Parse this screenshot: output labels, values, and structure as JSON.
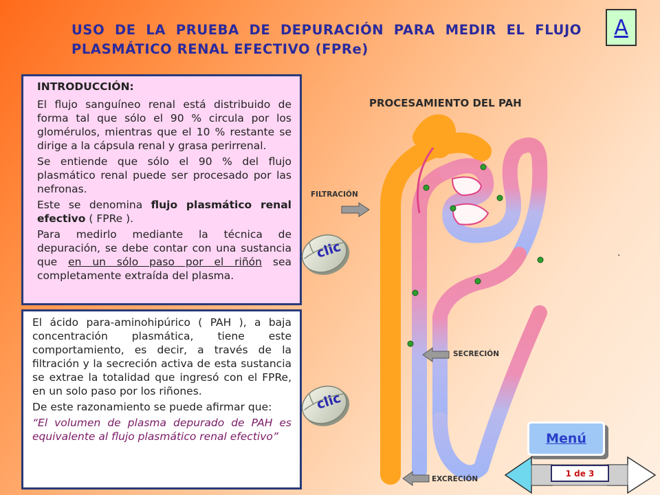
{
  "header": {
    "title": "USO DE LA PRUEBA DE DEPURACIÓN PARA MEDIR EL FLUJO PLASMÁTICO RENAL EFECTIVO (FPRe)",
    "badge": "A"
  },
  "intro": {
    "heading": "INTRODUCCIÓN:",
    "p1": "El flujo sanguíneo renal está distribuido de forma tal que sólo el 90 % circula por los glomérulos, mientras que el 10 % restante se dirige a la cápsula renal y grasa perirrenal.",
    "p2": "Se entiende que sólo el 90 % del flujo plasmático renal puede ser procesado por las nefronas.",
    "p3_pre": "Este se denomina ",
    "p3_bold": "flujo plasmático renal efectivo",
    "p3_post": " ( FPRe ).",
    "p4_pre": "Para medirlo mediante la técnica de depuración, se debe contar con una sustancia que ",
    "p4_under": "en un sólo paso por el riñón",
    "p4_post": " sea completamente extraída del plasma."
  },
  "pah_panel": {
    "p1": "El ácido para-aminohipúrico ( PAH ), a baja concentración plasmática, tiene este comportamiento, es decir, a través de la filtración y la secreción activa de esta sustancia se extrae la totalidad que ingresó con el FPRe, en un solo paso por los riñones.",
    "p2": "De este razonamiento se puede afirmar que:",
    "quote": "“El volumen de plasma depurado de PAH es equivalente al flujo plasmático renal efectivo”"
  },
  "clic_label": "clic",
  "diagram": {
    "title": "PROCESAMIENTO DEL PAH",
    "filtration": "FILTRACIÓN",
    "secretion": "SECRECIÓN",
    "excretion": "EXCRECIÓN",
    "dot": "."
  },
  "nav": {
    "menu_label": "Menú",
    "page_indicator": "1 de 3"
  },
  "colors": {
    "title": "#2a2a9e",
    "panel_bg": "#ffd6f5",
    "panel_border": "#283a7a",
    "tubule_pink": "#f08aa8",
    "tubule_blue": "#a9b9f4",
    "tubule_outline": "#ffa420",
    "dot_green": "#2da02d",
    "menu_bg": "#9fc8f7"
  }
}
